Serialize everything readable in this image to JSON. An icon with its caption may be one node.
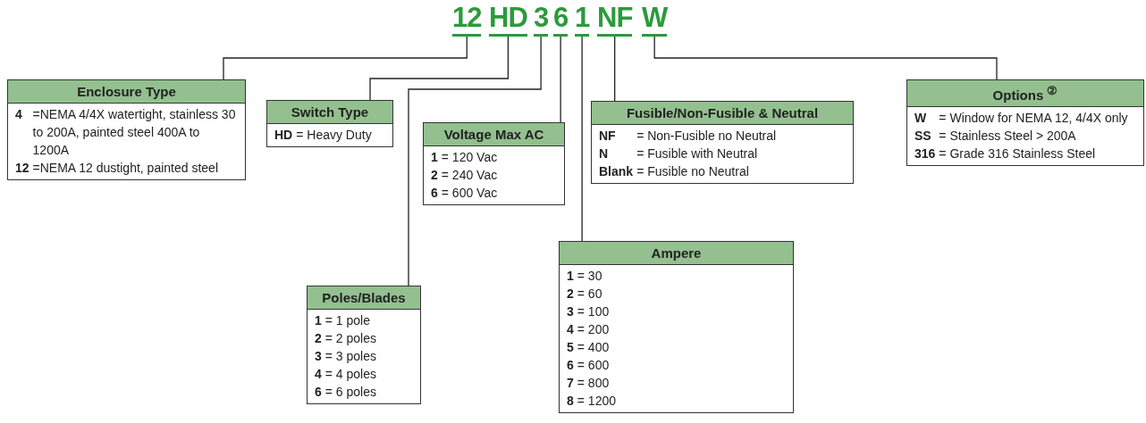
{
  "diagram": {
    "nodes": [
      {
        "text": [
          "12"
        ]
      },
      {
        "text": [
          "HD"
        ]
      },
      {
        "text": [
          "3"
        ]
      },
      {
        "text": [
          "6"
        ]
      },
      {
        "text": [
          "1"
        ]
      },
      {
        "text": [
          "NF"
        ]
      },
      {
        "text": [
          "W"
        ]
      },
      {
        "text": [
          "Enclosure Type",
          "4",
          "=NEMA 4/4X watertight, stainless 30 to 200A, painted steel 400A to 1200A",
          "12",
          "=NEMA 12 dustight, painted steel"
        ]
      },
      {
        "text": [
          "Switch Type",
          "HD",
          "= Heavy Duty"
        ]
      },
      {
        "text": [
          "Poles/Blades",
          "1",
          "= 1 pole",
          "2",
          "= 2 poles",
          "3",
          "= 3 poles",
          "4",
          "= 4 poles",
          "6",
          "= 6 poles"
        ]
      },
      {
        "text": [
          "Voltage Max AC",
          "1",
          "= 120 Vac",
          "2",
          "= 240 Vac",
          "6",
          "= 600 Vac"
        ]
      },
      {
        "text": [
          "Fusible/Non-Fusible & Neutral",
          "NF",
          "= Non-Fusible no Neutral",
          "N",
          "= Fusible with Neutral",
          "Blank",
          "= Fusible no Neutral"
        ]
      },
      {
        "text": [
          "Ampere",
          "1",
          "= 30",
          "2",
          "= 60",
          "3",
          "= 100",
          "4",
          "= 200",
          "5",
          "= 400",
          "6",
          "= 600",
          "7",
          "= 800",
          "8",
          "= 1200"
        ]
      },
      {
        "text": [
          "Options $^{②}$",
          "W",
          "= Window for NEMA 12, 4/4X only",
          "SS",
          "= Stainless Steel > 200A",
          "316",
          "= Grade 316 Stainless Steel"
        ]
      }
    ],
    "edges": [
      {
        "from": 0,
        "to": 7,
        "arrow": "none"
      },
      {
        "from": 1,
        "to": 8,
        "arrow": "none"
      },
      {
        "from": 2,
        "to": 9,
        "arrow": "none"
      },
      {
        "from": 3,
        "to": 10,
        "arrow": "none"
      },
      {
        "from": 4,
        "to": 12,
        "arrow": "none"
      },
      {
        "from": 5,
        "to": 11,
        "arrow": "none"
      },
      {
        "from": 6,
        "to": 13,
        "arrow": "none"
      }
    ]
  }
}
